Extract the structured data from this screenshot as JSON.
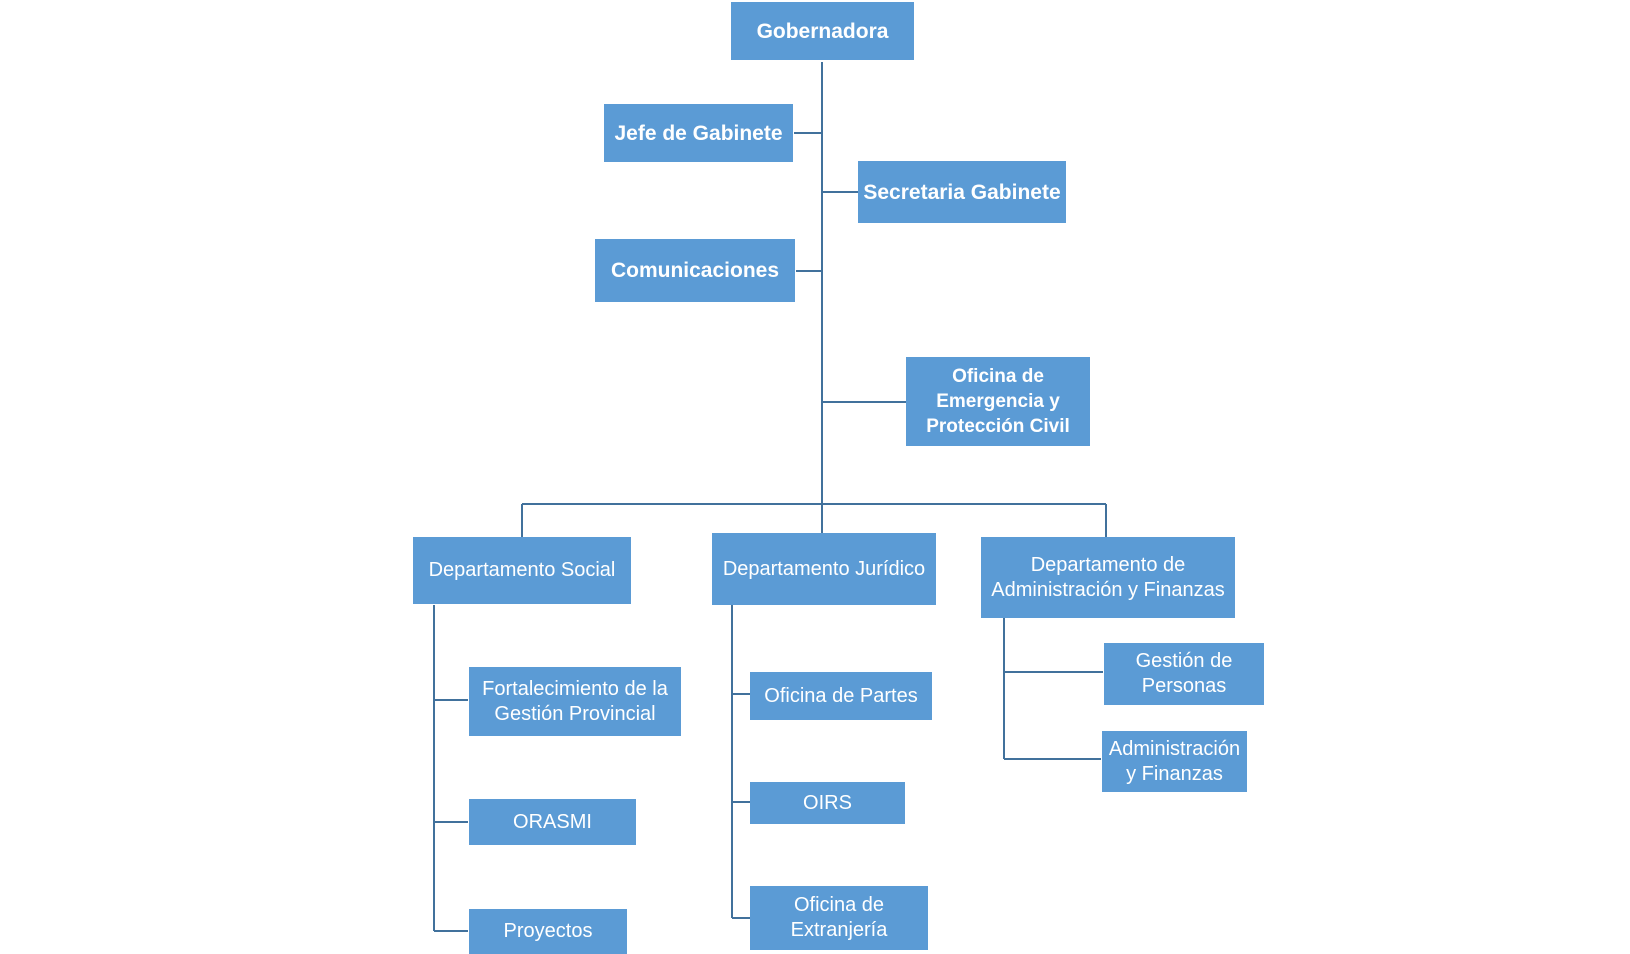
{
  "colors": {
    "box_fill": "#5b9bd5",
    "box_text": "#ffffff",
    "connector": "#41719c"
  },
  "nodes": {
    "gobernadora": "Gobernadora",
    "jefe_gabinete": "Jefe de Gabinete",
    "secretaria_gabinete": "Secretaria Gabinete",
    "comunicaciones": "Comunicaciones",
    "oficina_emergencia": "Oficina de\nEmergencia y\nProtección Civil",
    "depto_social": "Departamento Social",
    "depto_juridico": "Departamento Jurídico",
    "depto_admin": "Departamento de\nAdministración y Finanzas",
    "fortalecimiento": "Fortalecimiento de la\nGestión Provincial",
    "orasmi": "ORASMI",
    "proyectos": "Proyectos",
    "oficina_partes": "Oficina de Partes",
    "oirs": "OIRS",
    "oficina_extranjeria": "Oficina de\nExtranjería",
    "gestion_personas": "Gestión de\nPersonas",
    "administracion_finanzas": "Administración\ny Finanzas"
  }
}
